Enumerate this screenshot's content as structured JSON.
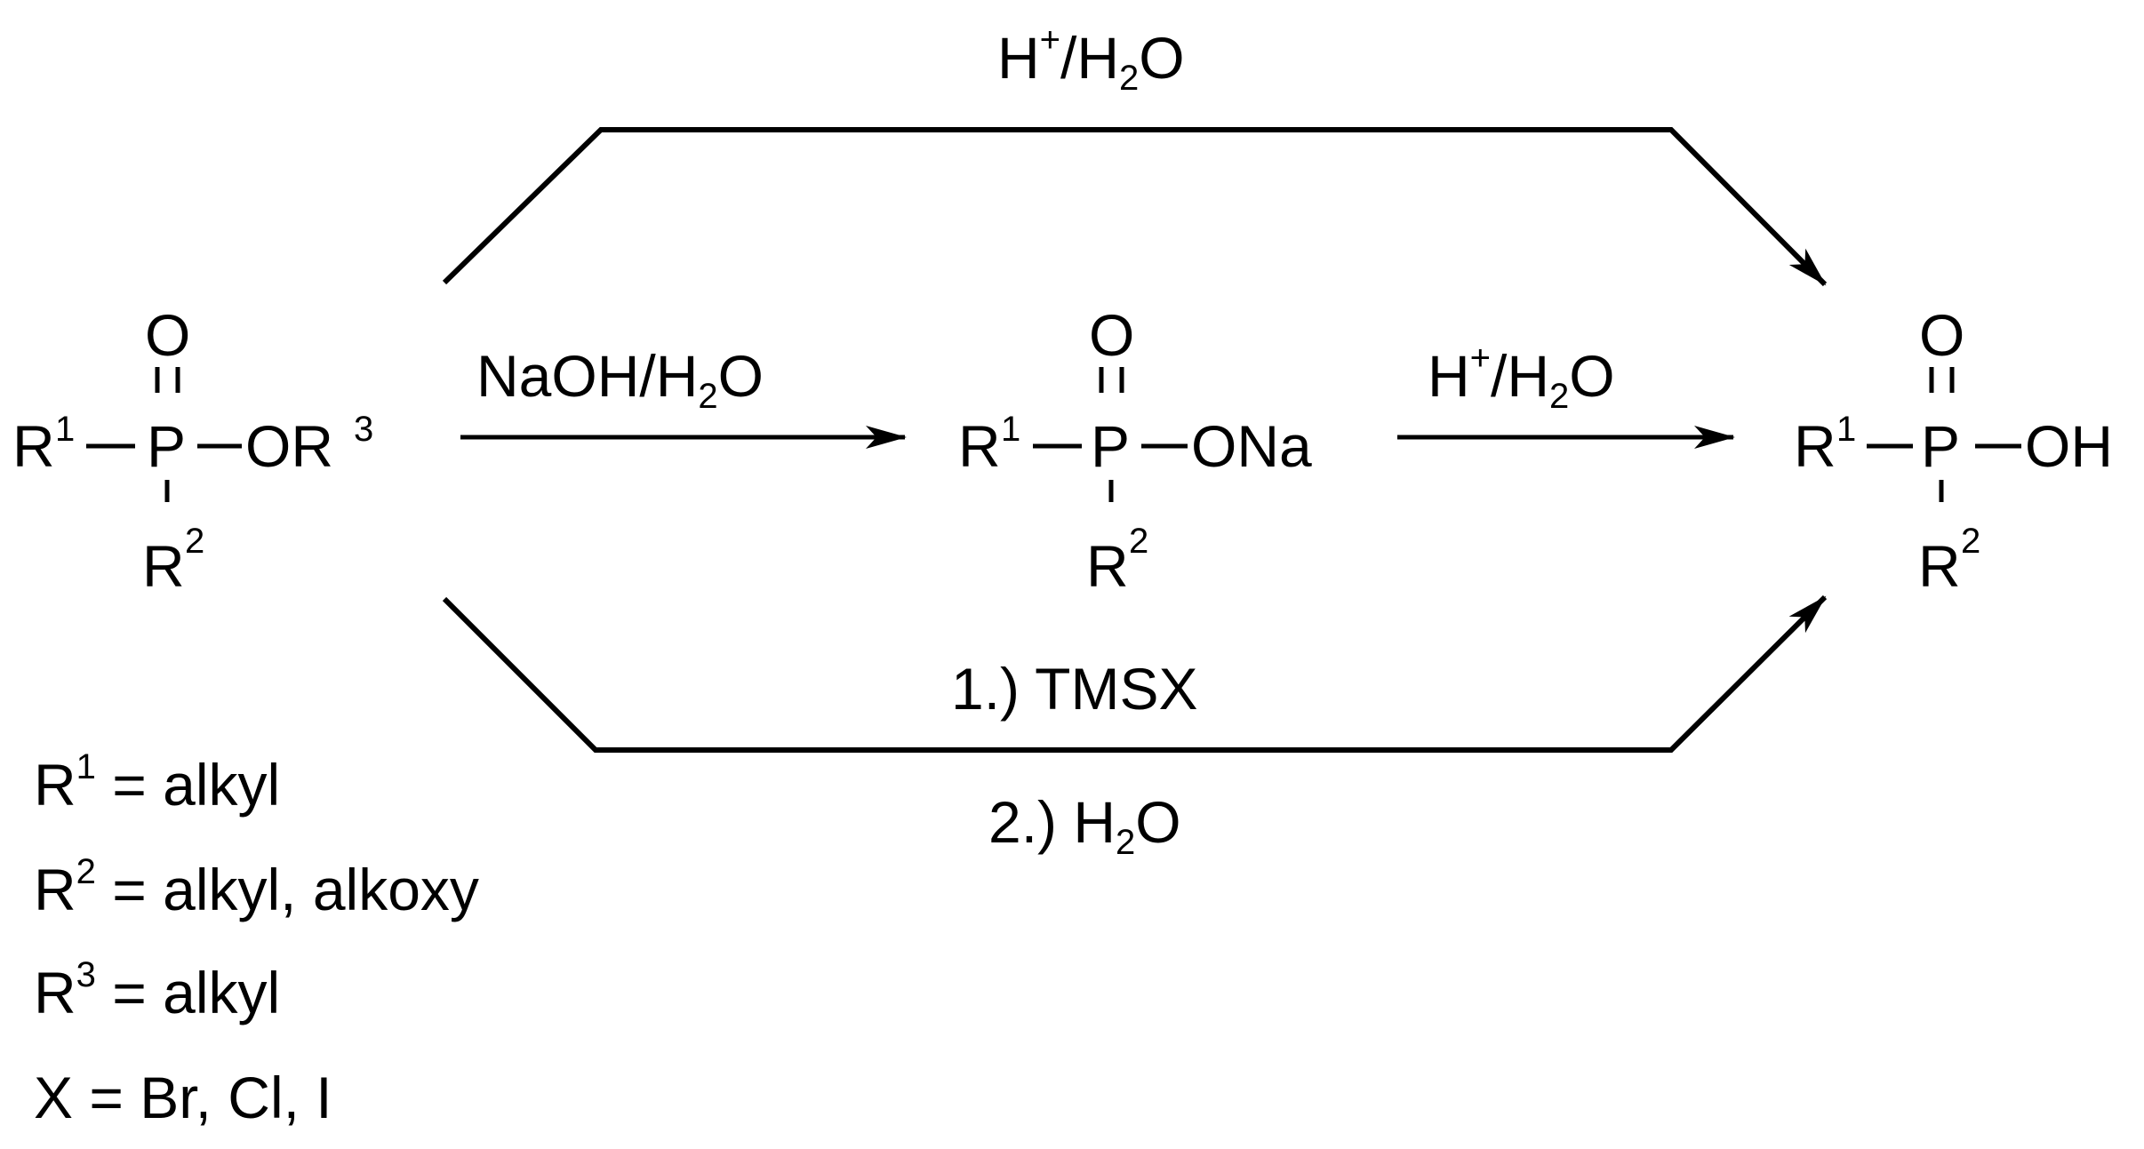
{
  "colors": {
    "ink": "#000000",
    "background": "#ffffff"
  },
  "reactant": {
    "oxygen": "O",
    "phosphorus": "P",
    "r1": "R",
    "r1_index": "1",
    "r2": "R",
    "r2_index": "2",
    "ester": "OR",
    "ester_index": "3"
  },
  "intermediate": {
    "oxygen": "O",
    "phosphorus": "P",
    "r1": "R",
    "r1_index": "1",
    "r2": "R",
    "r2_index": "2",
    "salt": "ONa"
  },
  "product": {
    "oxygen": "O",
    "phosphorus": "P",
    "r1": "R",
    "r1_index": "1",
    "r2": "R",
    "r2_index": "2",
    "acid": "OH"
  },
  "arrows": {
    "top": {
      "reagent_a": "H",
      "charge": "+",
      "reagent_b": "/H",
      "sub": "2",
      "reagent_c": "O"
    },
    "base": {
      "reagent_a": "NaOH/H",
      "sub": "2",
      "reagent_b": "O"
    },
    "acid": {
      "reagent_a": "H",
      "charge": "+",
      "reagent_b": "/H",
      "sub": "2",
      "reagent_c": "O"
    },
    "silyl": {
      "step1": "1.) TMSX",
      "step2_a": "2.) H",
      "step2_sub": "2",
      "step2_b": "O"
    }
  },
  "legend": [
    {
      "symbol": "R",
      "index": "1",
      "text": " = alkyl"
    },
    {
      "symbol": "R",
      "index": "2",
      "text": " = alkyl, alkoxy"
    },
    {
      "symbol": "R",
      "index": "3",
      "text": " = alkyl"
    },
    {
      "symbol": "X",
      "index": "",
      "text": " = Br, Cl, I"
    }
  ]
}
